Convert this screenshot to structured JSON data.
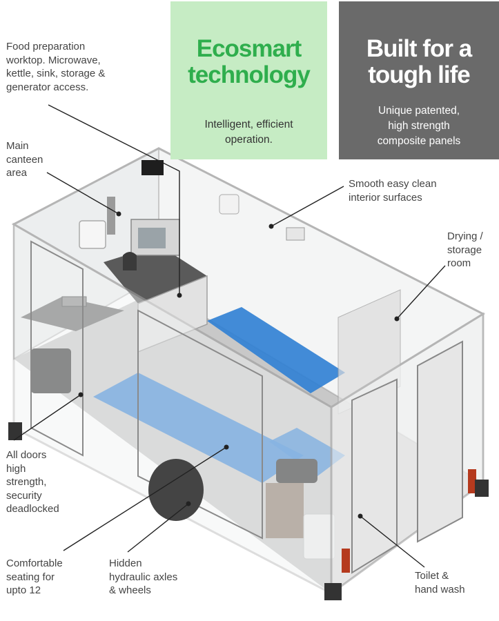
{
  "panels": {
    "ecosmart": {
      "title": "Ecosmart\ntechnology",
      "subtitle": "Intelligent, efficient\noperation.",
      "background": "#c6ecc4",
      "title_color": "#2fae4d"
    },
    "tough": {
      "title": "Built for a\ntough life",
      "subtitle": "Unique patented,\nhigh strength\ncomposite panels",
      "background": "#6a6a6a",
      "title_color": "#ffffff"
    }
  },
  "callouts": {
    "food_prep": "Food preparation\nworktop. Microwave,\nkettle, sink, storage &\ngenerator access.",
    "main_canteen": "Main\ncanteen\narea",
    "smooth_interior": "Smooth easy clean\ninterior surfaces",
    "drying_storage": "Drying /\nstorage\nroom",
    "all_doors": "All doors\nhigh\nstrength,\nsecurity\ndeadlocked",
    "seating": "Comfortable\nseating for\nupto 12",
    "axles": "Hidden\nhydraulic axles\n& wheels",
    "toilet": "Toilet &\nhand wash"
  },
  "colors": {
    "floor_blue": "#2f7fd4",
    "worktop": "#5a5a5a",
    "frame": "#bfbfbf",
    "glass": "#f1f3f3"
  }
}
